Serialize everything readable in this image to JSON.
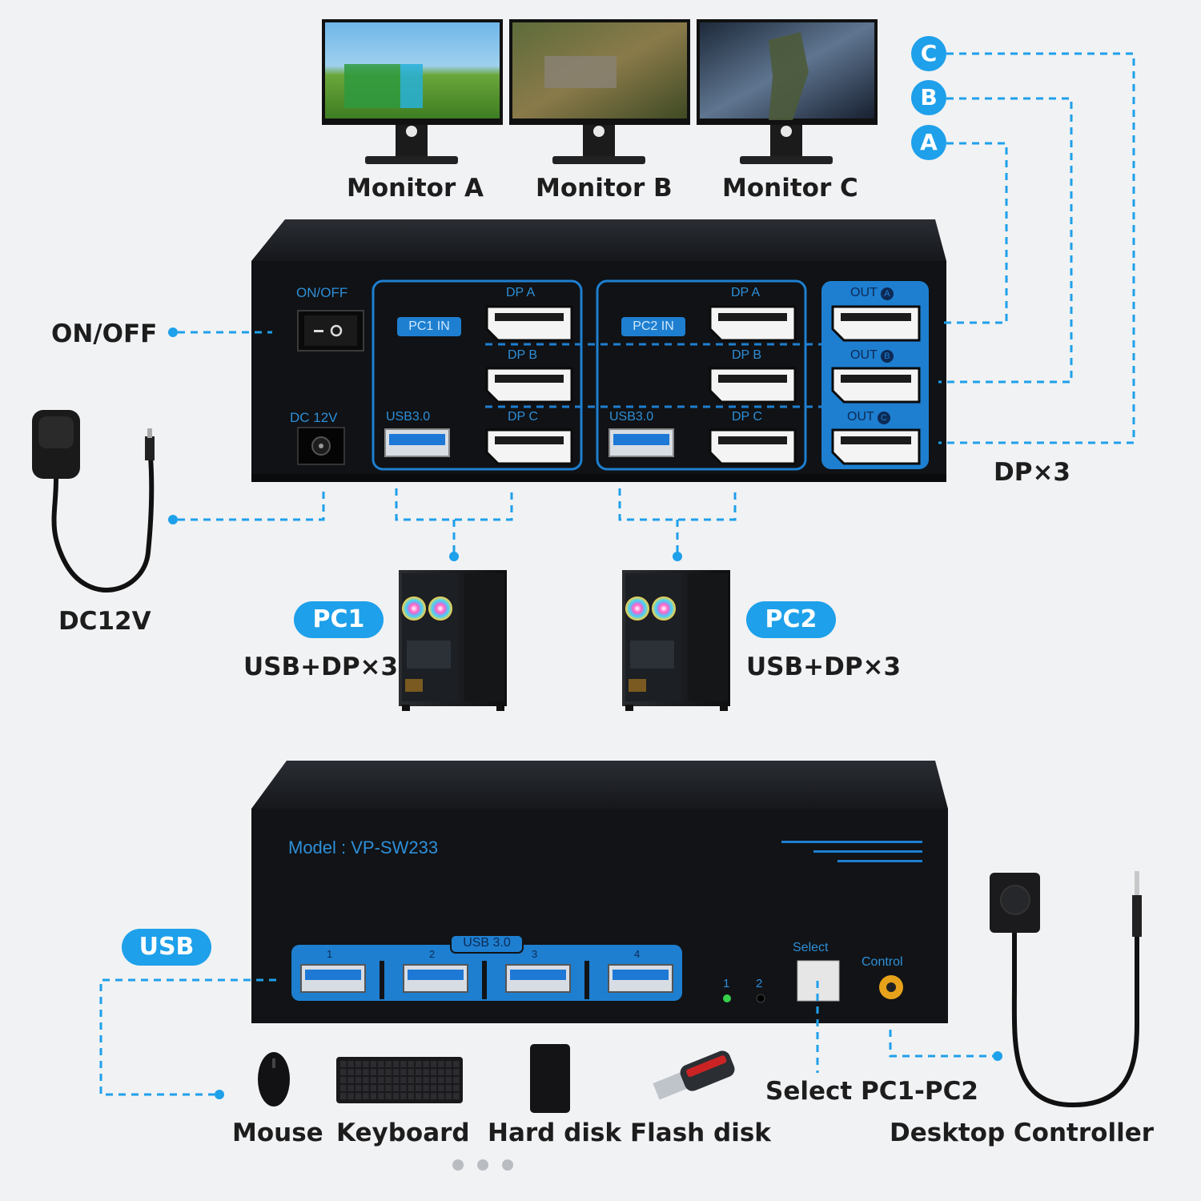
{
  "monitors": [
    {
      "label": "Monitor A"
    },
    {
      "label": "Monitor B"
    },
    {
      "label": "Monitor C"
    }
  ],
  "output_markers": [
    "C",
    "B",
    "A"
  ],
  "rear_panel": {
    "power_switch_label": "ON/OFF",
    "dc_label": "DC 12V",
    "pc1": {
      "badge": "PC1 IN",
      "usb_label": "USB3.0",
      "ports": [
        "DP A",
        "DP B",
        "DP C"
      ]
    },
    "pc2": {
      "badge": "PC2 IN",
      "usb_label": "USB3.0",
      "ports": [
        "DP A",
        "DP B",
        "DP C"
      ]
    },
    "outputs": [
      "OUT",
      "OUT",
      "OUT"
    ],
    "output_letters": [
      "A",
      "B",
      "C"
    ]
  },
  "callouts": {
    "on_off": "ON/OFF",
    "dc12v": "DC12V",
    "dpx3": "DP×3",
    "pc1_badge": "PC1",
    "pc1_desc": "USB+DP×3",
    "pc2_badge": "PC2",
    "pc2_desc": "USB+DP×3"
  },
  "front_panel": {
    "model": "Model : VP-SW233",
    "usb_group_label": "USB 3.0",
    "usb_ports": [
      "1",
      "2",
      "3",
      "4"
    ],
    "led_labels": [
      "1",
      "2"
    ],
    "select_label": "Select",
    "control_label": "Control"
  },
  "bottom": {
    "usb_badge": "USB",
    "devices": [
      "Mouse",
      "Keyboard",
      "Hard disk",
      "Flash disk"
    ],
    "select_desc": "Select PC1-PC2",
    "controller_desc": "Desktop Controller"
  },
  "colors": {
    "accent": "#1ea0ea",
    "panel_blue": "#1e7fd0",
    "box": "#111316"
  }
}
